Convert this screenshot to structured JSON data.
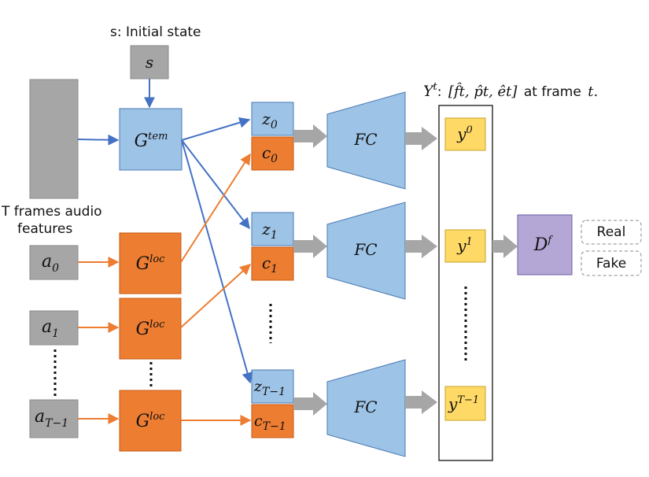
{
  "labels": {
    "initial_state": "s: Initial state",
    "audio_features_line1": "T frames audio",
    "audio_features_line2": "features",
    "output_caption_text": "at frame",
    "real": "Real",
    "fake": "Fake"
  },
  "math": {
    "s": "s",
    "g": "G",
    "g_tem_sup": "tem",
    "g_loc_sup": "loc",
    "fc": "FC",
    "d": "D",
    "d_sup": "f",
    "z": "z",
    "c": "c",
    "a": "a",
    "y": "y",
    "Y": "Y",
    "Y_sup": "t",
    "Y_colon": ":",
    "Y_vector": "[f̂t, p̂t, êt]",
    "t_end": "t.",
    "sub_0": "0",
    "sub_1": "1",
    "sub_Tm1": "T−1",
    "sup_0": "0",
    "sup_1": "1",
    "sup_Tm1": "T−1"
  },
  "colors": {
    "gray": "#a6a6a6",
    "blue": "#9dc3e6",
    "blue_stroke": "#4a7ab4",
    "orange": "#ed7d31",
    "orange_stroke": "#c55a11",
    "yellow": "#ffd966",
    "purple": "#b4a7d6",
    "blue_arrow": "#4472c4",
    "orange_arrow": "#ed7d31",
    "gray_arrow": "#a6a6a6"
  }
}
